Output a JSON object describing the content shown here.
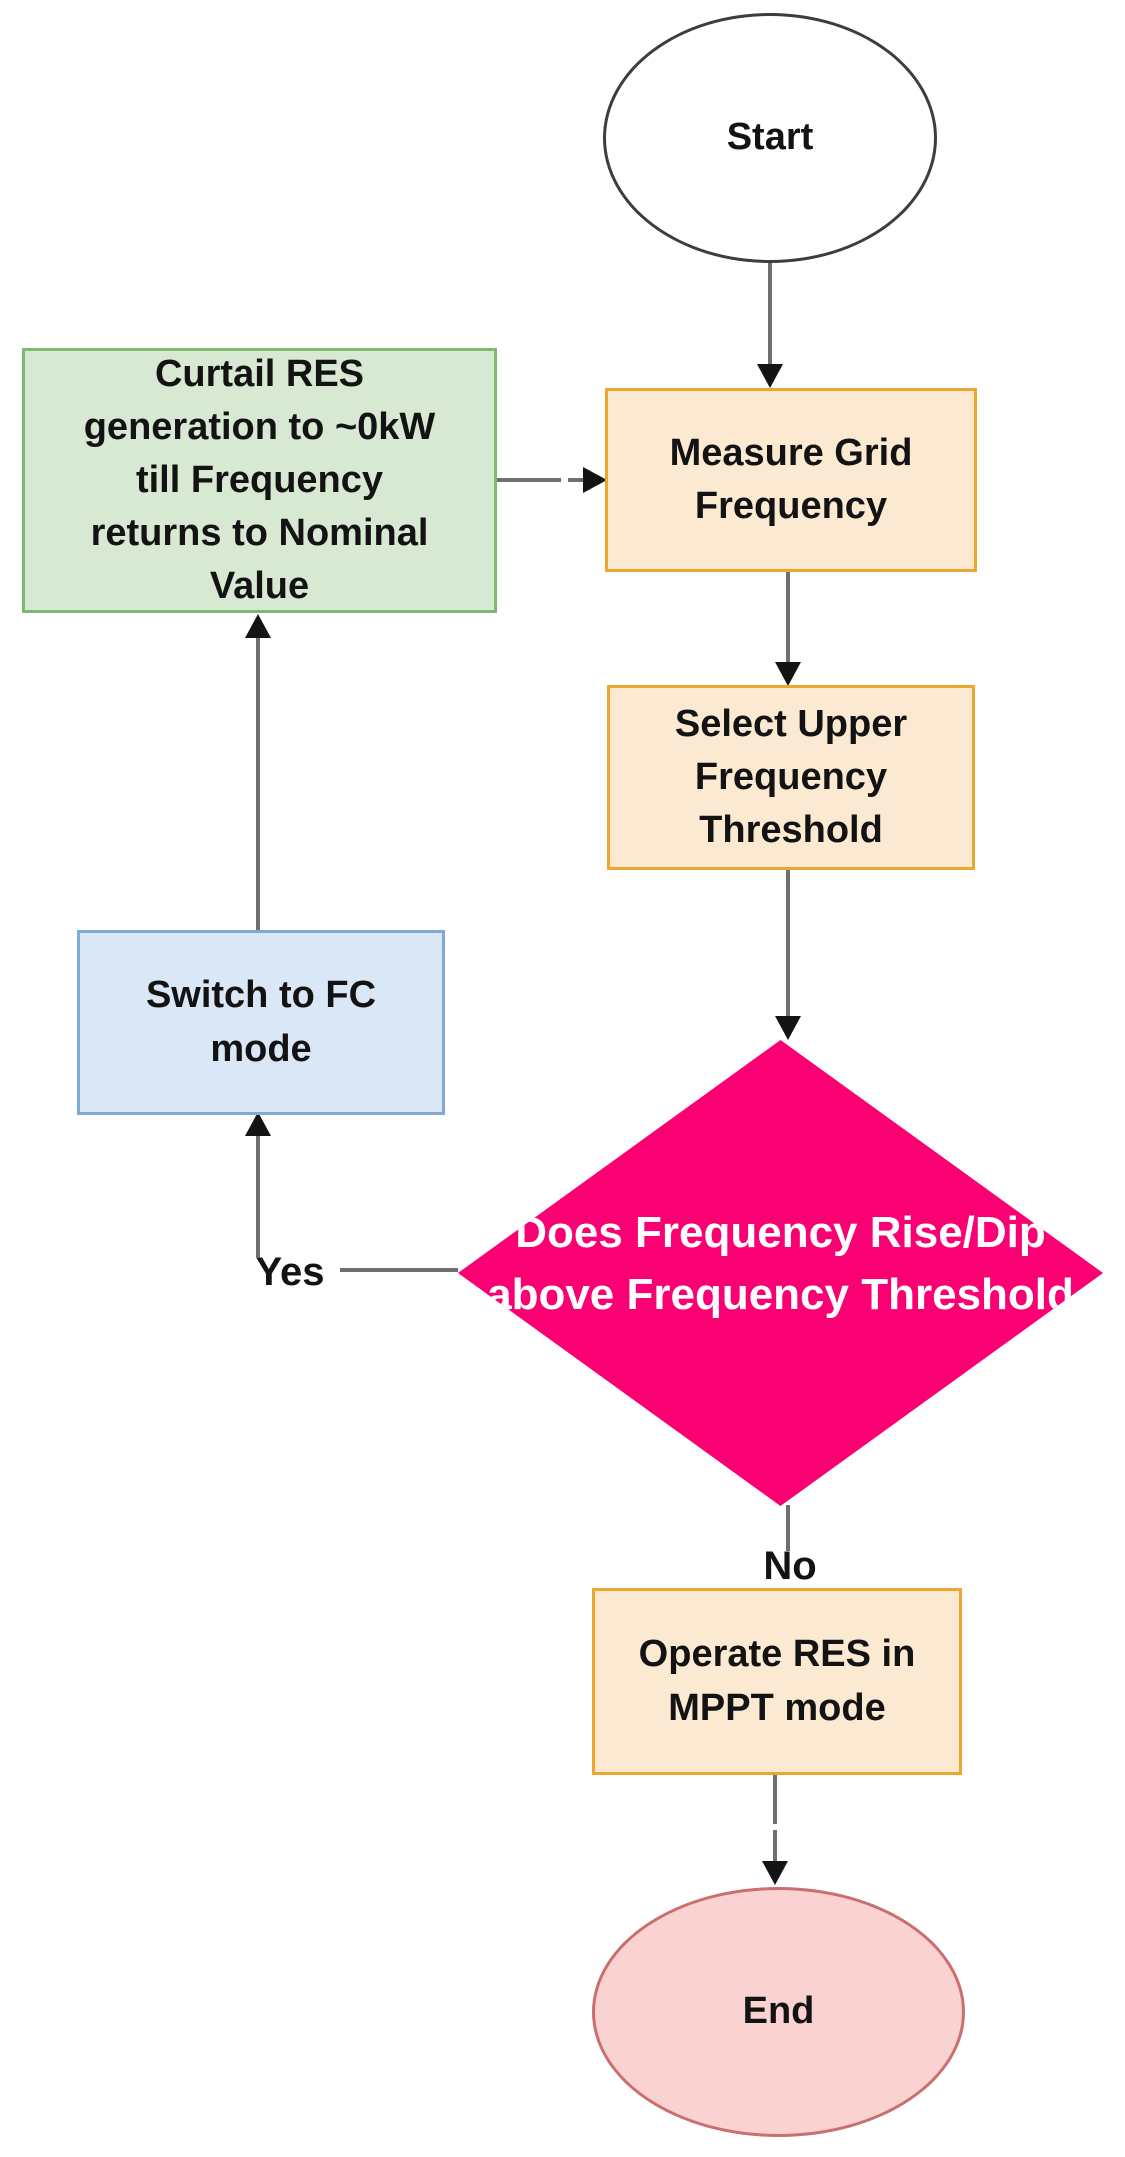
{
  "nodes": {
    "start": {
      "label": "Start"
    },
    "curtail": {
      "label": "Curtail RES\ngeneration to ~0kW\ntill Frequency\nreturns to Nominal\nValue"
    },
    "measure": {
      "label": "Measure Grid\nFrequency"
    },
    "select": {
      "label": "Select Upper\nFrequency\nThreshold"
    },
    "decision": {
      "label": "Does Frequency Rise/Dip\nabove Frequency Threshold"
    },
    "switch_fc": {
      "label": "Switch to FC\nmode"
    },
    "operate": {
      "label": "Operate RES in\nMPPT mode"
    },
    "end": {
      "label": "End"
    }
  },
  "edge_labels": {
    "yes": "Yes",
    "no": "No"
  },
  "colors": {
    "canvas_bg": "#ffffff",
    "line_gray": "#6f6f6f",
    "arrow_black": "#141414",
    "text_dark": "#131313",
    "start_fill": "#ffffff",
    "start_border": "#3d3d3d",
    "process_fill": "#fce9d2",
    "process_border": "#eda62f",
    "curtail_fill": "#d7e9d2",
    "curtail_border": "#7fb86f",
    "switch_fill": "#d9e7f6",
    "switch_border": "#7fa9d9",
    "decision_fill": "#fa0072",
    "decision_text": "#ffffff",
    "end_fill": "#fad2d2",
    "end_border": "#c96f6f"
  }
}
